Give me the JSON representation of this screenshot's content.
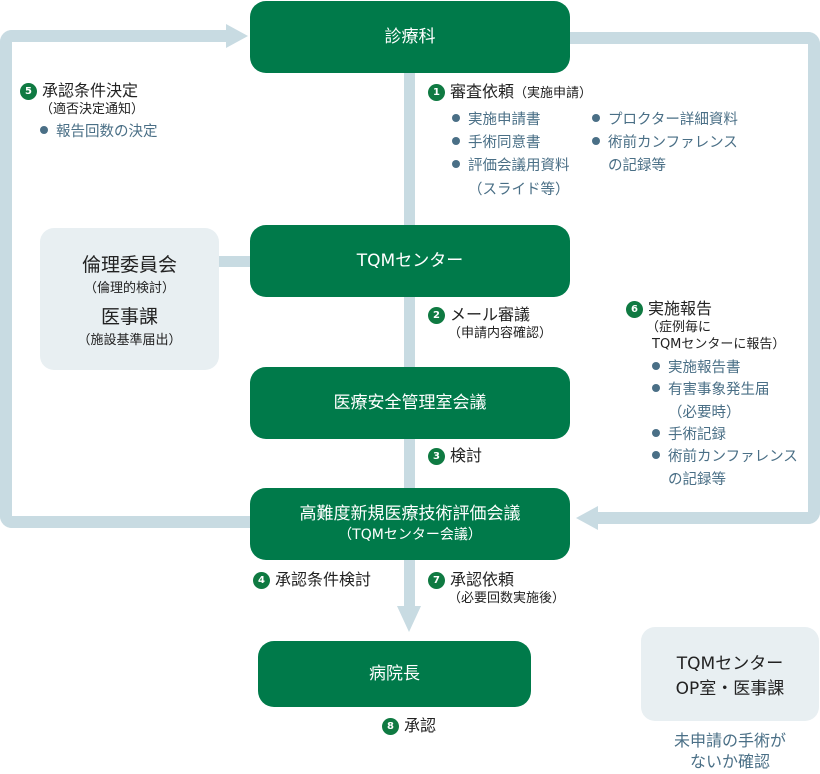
{
  "colors": {
    "green": "#007a4a",
    "connector": "#c8dbe2",
    "light_box": "#e8eff2",
    "bullet_text": "#4a6f86"
  },
  "nodes": {
    "clinic": "診療科",
    "tqm": "TQMセンター",
    "safety": "医療安全管理室会議",
    "evaluation": {
      "title": "高難度新規医療技術評価会議",
      "sub": "（TQMセンター会議）"
    },
    "director": "病院長"
  },
  "side_boxes": {
    "ethics": {
      "title1": "倫理委員会",
      "sub1": "（倫理的検討）",
      "title2": "医事課",
      "sub2": "（施設基準届出）"
    },
    "check": {
      "line1": "TQMセンター",
      "line2": "OP室・医事課",
      "caption1": "未申請の手術が",
      "caption2": "ないか確認"
    }
  },
  "steps": {
    "s1": {
      "num": "1",
      "title": "審査依頼",
      "note": "（実施申請）",
      "col1": [
        "実施申請書",
        "手術同意書",
        "評価会議用資料"
      ],
      "col1_cont": "（スライド等）",
      "col2": [
        "プロクター詳細資料",
        "術前カンファレンス"
      ],
      "col2_cont": "の記録等"
    },
    "s2": {
      "num": "2",
      "title": "メール審議",
      "note": "（申請内容確認）"
    },
    "s3": {
      "num": "3",
      "title": "検討"
    },
    "s4": {
      "num": "4",
      "title": "承認条件検討"
    },
    "s5": {
      "num": "5",
      "title": "承認条件決定",
      "note": "（適否決定通知）",
      "bullets": [
        "報告回数の決定"
      ]
    },
    "s6": {
      "num": "6",
      "title": "実施報告",
      "note1": "（症例毎に",
      "note2": "TQMセンターに報告）",
      "b1": "実施報告書",
      "b2": "有害事象発生届",
      "b2_cont": "（必要時）",
      "b3": "手術記録",
      "b4": "術前カンファレンス",
      "b4_cont": "の記録等"
    },
    "s7": {
      "num": "7",
      "title": "承認依頼",
      "note": "（必要回数実施後）"
    },
    "s8": {
      "num": "8",
      "title": "承認"
    }
  }
}
